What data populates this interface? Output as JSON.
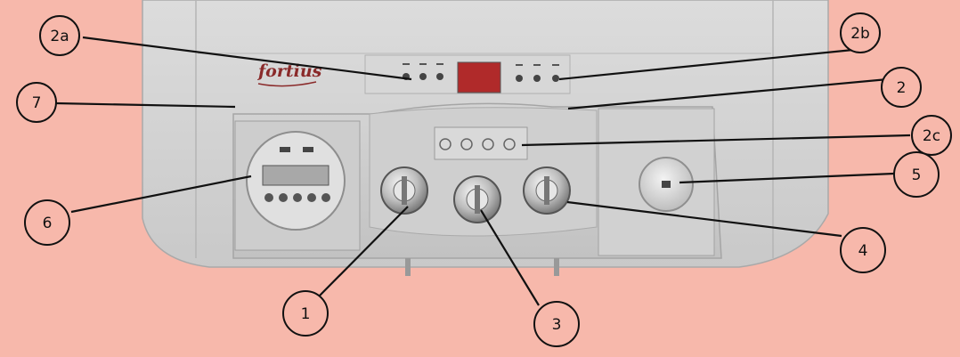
{
  "diagram": {
    "background_color": "#f7b8ab",
    "brand": "fortius",
    "callouts": [
      {
        "id": "2a",
        "label": "2a"
      },
      {
        "id": "2b",
        "label": "2b"
      },
      {
        "id": "2",
        "label": "2"
      },
      {
        "id": "7",
        "label": "7"
      },
      {
        "id": "2c",
        "label": "2c"
      },
      {
        "id": "6",
        "label": "6"
      },
      {
        "id": "5",
        "label": "5"
      },
      {
        "id": "4",
        "label": "4"
      },
      {
        "id": "1",
        "label": "1"
      },
      {
        "id": "3",
        "label": "3"
      }
    ]
  }
}
